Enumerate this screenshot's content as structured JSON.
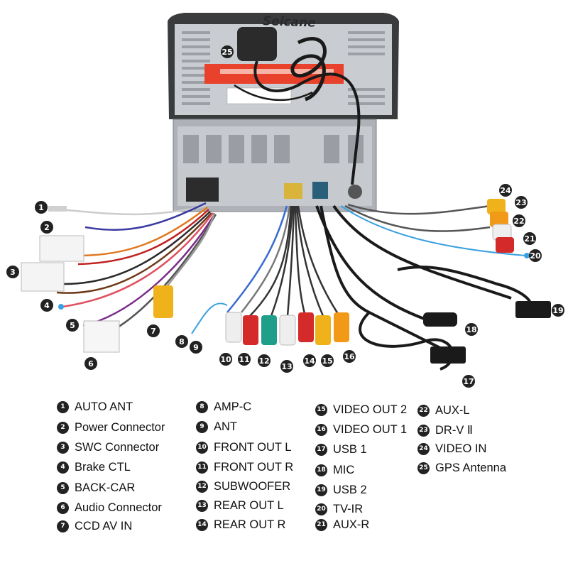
{
  "product": {
    "brand": "Seicane"
  },
  "connectors": [
    {
      "num": "1",
      "label": "AUTO ANT"
    },
    {
      "num": "2",
      "label": "Power Connector"
    },
    {
      "num": "3",
      "label": "SWC Connector"
    },
    {
      "num": "4",
      "label": "Brake CTL"
    },
    {
      "num": "5",
      "label": "BACK-CAR"
    },
    {
      "num": "6",
      "label": "Audio Connector"
    },
    {
      "num": "7",
      "label": "CCD AV IN"
    },
    {
      "num": "8",
      "label": "AMP-C"
    },
    {
      "num": "9",
      "label": "ANT"
    },
    {
      "num": "10",
      "label": "FRONT OUT L"
    },
    {
      "num": "11",
      "label": "FRONT OUT R"
    },
    {
      "num": "12",
      "label": "SUBWOOFER"
    },
    {
      "num": "13",
      "label": "REAR OUT L"
    },
    {
      "num": "14",
      "label": "REAR OUT R"
    },
    {
      "num": "15",
      "label": "VIDEO OUT 2"
    },
    {
      "num": "16",
      "label": "VIDEO OUT 1"
    },
    {
      "num": "17",
      "label": "USB 1"
    },
    {
      "num": "18",
      "label": "MIC"
    },
    {
      "num": "19",
      "label": "USB 2"
    },
    {
      "num": "20",
      "label": "TV-IR"
    },
    {
      "num": "21",
      "label": "AUX-R"
    },
    {
      "num": "22",
      "label": "AUX-L"
    },
    {
      "num": "23",
      "label": "DR-V Ⅱ"
    },
    {
      "num": "24",
      "label": "VIDEO IN"
    },
    {
      "num": "25",
      "label": "GPS Antenna"
    }
  ],
  "colors": {
    "background": "#ffffff",
    "badge": "#222222",
    "sticker": "#e8412c",
    "rca_red": "#d42a2a",
    "rca_white": "#eeeeee",
    "rca_yellow": "#f0b21a",
    "rca_green": "#1f9e8a",
    "rca_orange": "#f29a18",
    "chassis": "#bfc3c8",
    "cable": "#1a1a1a"
  },
  "icons": {
    "badge": "numbered-circle-icon"
  }
}
